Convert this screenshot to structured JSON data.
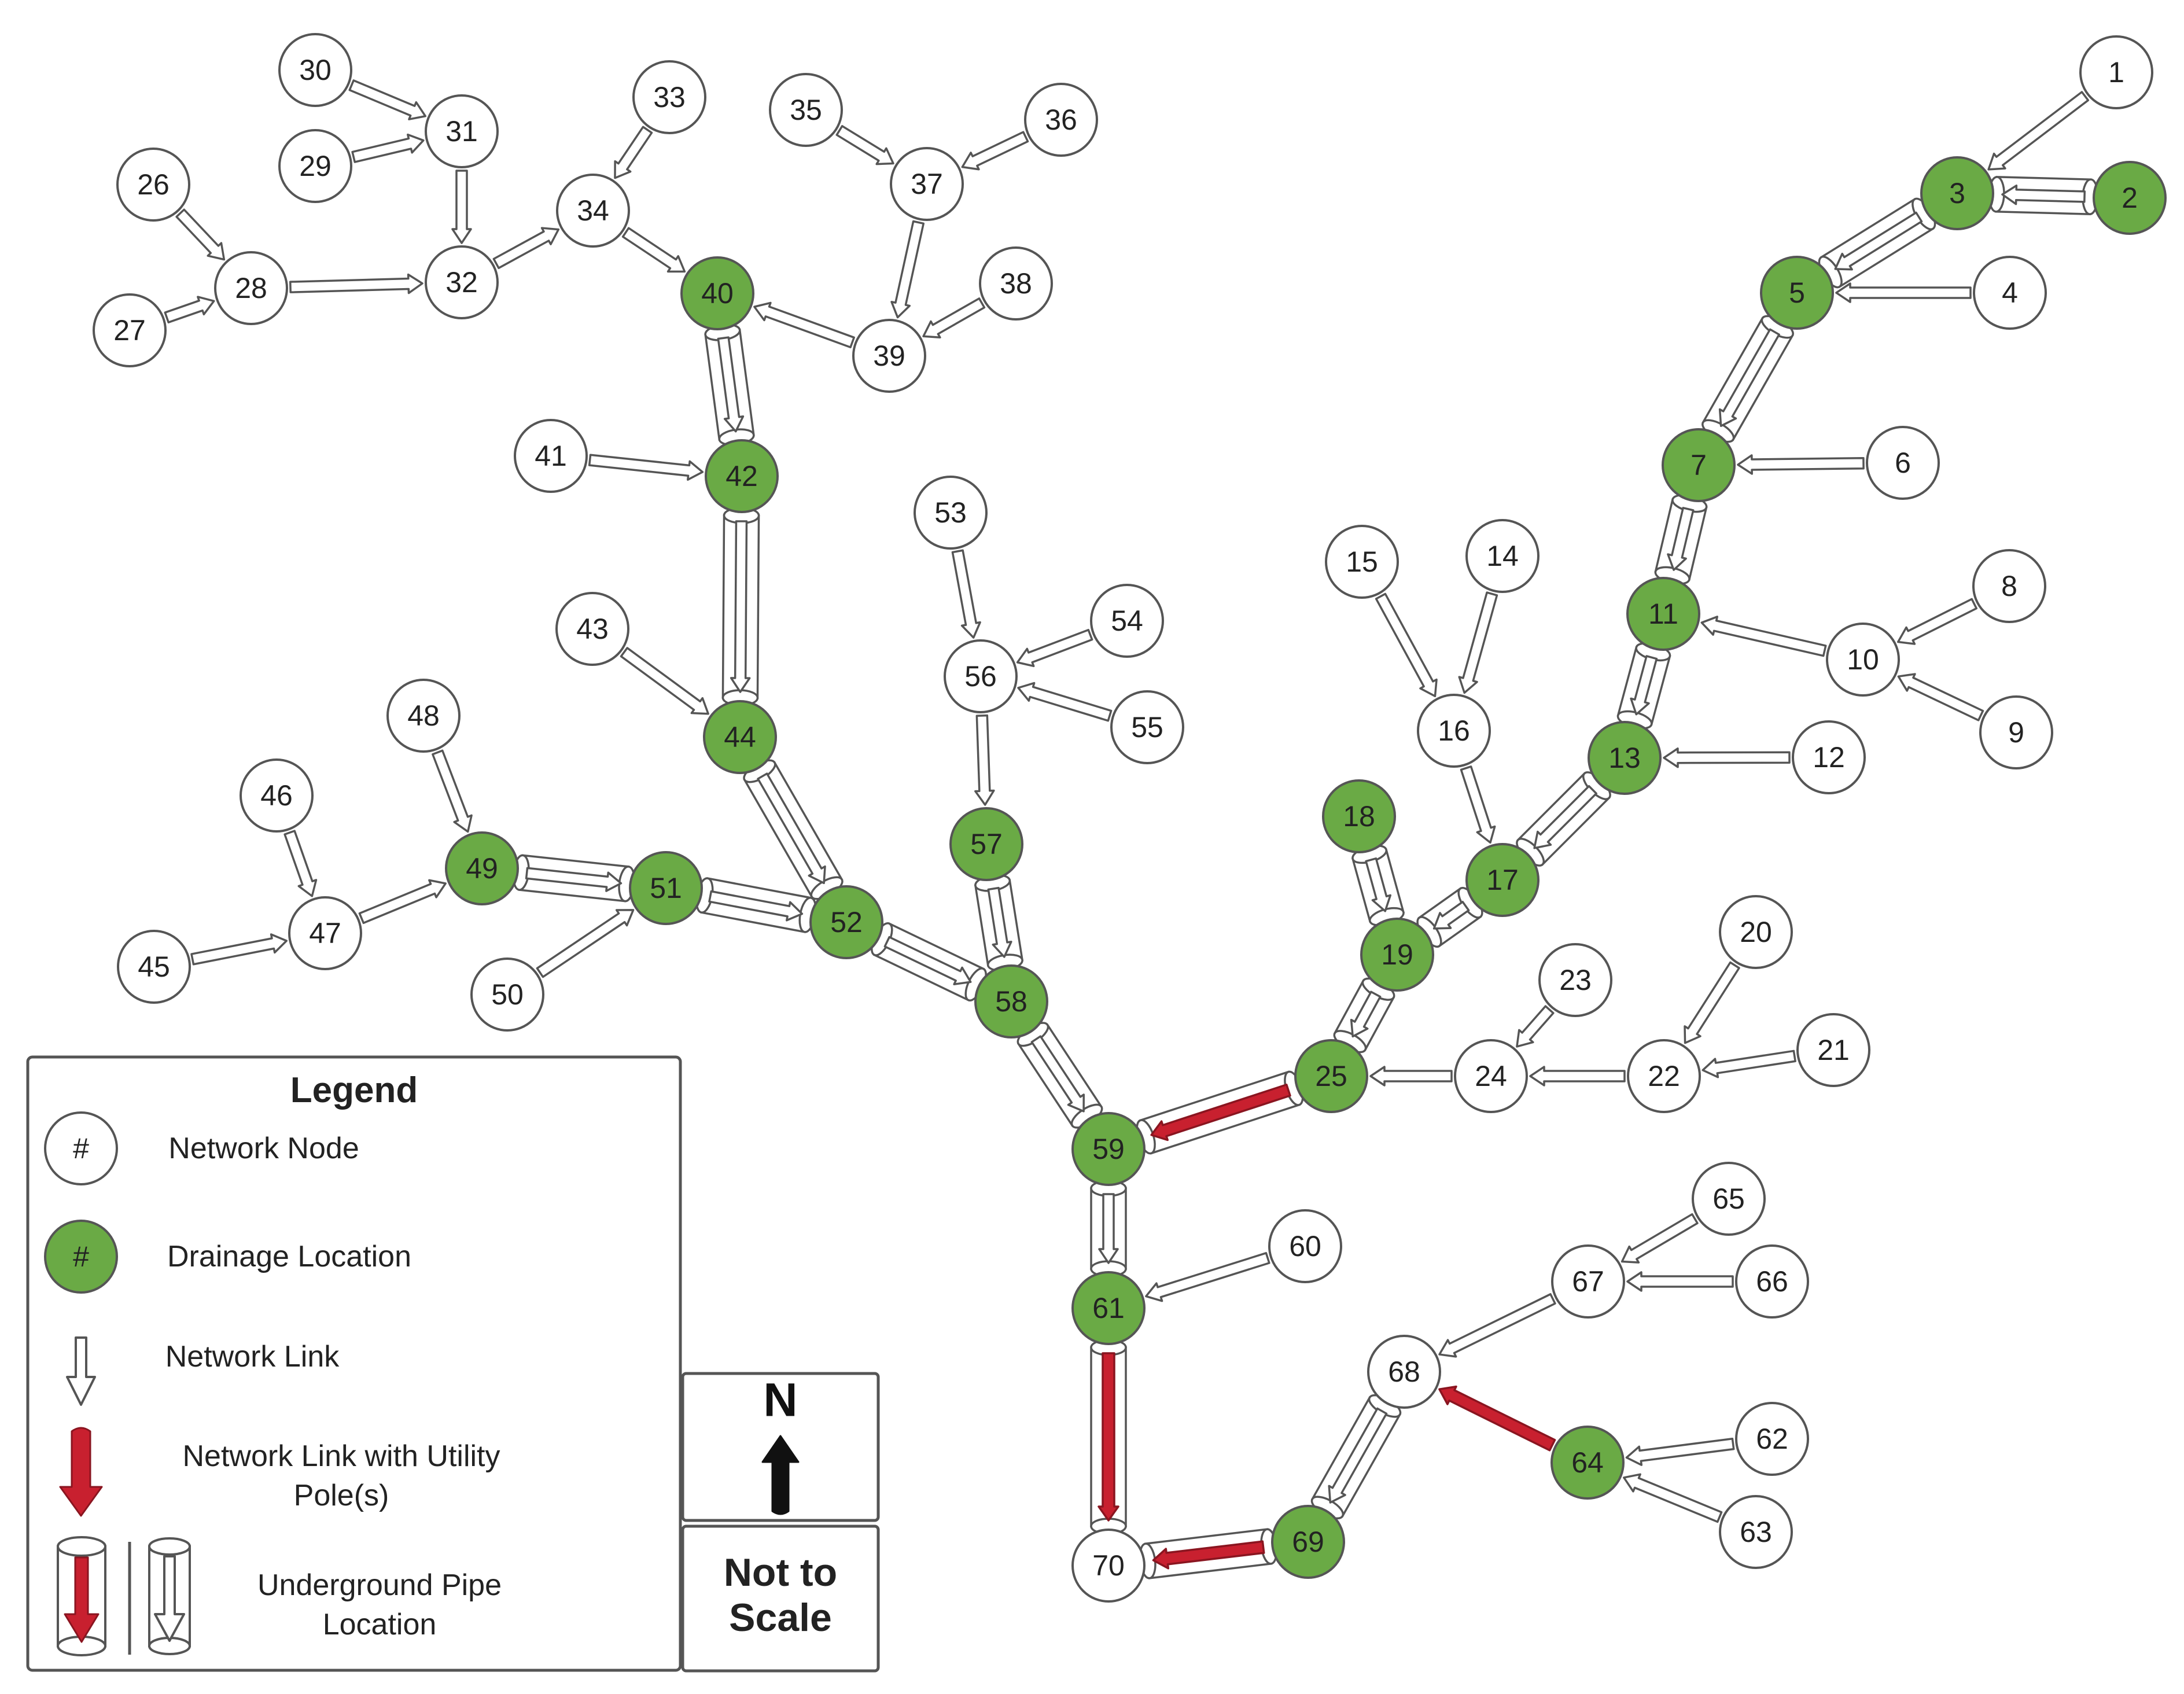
{
  "colors": {
    "drainage_fill": "#6aaa45",
    "node_fill": "#ffffff",
    "stroke": "#555555",
    "utility_red": "#c8202f"
  },
  "legend": {
    "title": "Legend",
    "node_symbol": "#",
    "network_node": "Network Node",
    "drainage_location": "Drainage Location",
    "network_link": "Network Link",
    "utility_line1": "Network Link with Utility",
    "utility_line2": "Pole(s)",
    "pipe_line1": "Underground Pipe",
    "pipe_line2": "Location"
  },
  "north_label": "N",
  "scale_line1": "Not to",
  "scale_line2": "Scale",
  "nodes": [
    {
      "id": "1",
      "drainage": false
    },
    {
      "id": "2",
      "drainage": true
    },
    {
      "id": "3",
      "drainage": true
    },
    {
      "id": "4",
      "drainage": false
    },
    {
      "id": "5",
      "drainage": true
    },
    {
      "id": "6",
      "drainage": false
    },
    {
      "id": "7",
      "drainage": true
    },
    {
      "id": "8",
      "drainage": false
    },
    {
      "id": "9",
      "drainage": false
    },
    {
      "id": "10",
      "drainage": false
    },
    {
      "id": "11",
      "drainage": true
    },
    {
      "id": "12",
      "drainage": false
    },
    {
      "id": "13",
      "drainage": true
    },
    {
      "id": "14",
      "drainage": false
    },
    {
      "id": "15",
      "drainage": false
    },
    {
      "id": "16",
      "drainage": false
    },
    {
      "id": "17",
      "drainage": true
    },
    {
      "id": "18",
      "drainage": true
    },
    {
      "id": "19",
      "drainage": true
    },
    {
      "id": "20",
      "drainage": false
    },
    {
      "id": "21",
      "drainage": false
    },
    {
      "id": "22",
      "drainage": false
    },
    {
      "id": "23",
      "drainage": false
    },
    {
      "id": "24",
      "drainage": false
    },
    {
      "id": "25",
      "drainage": true
    },
    {
      "id": "26",
      "drainage": false
    },
    {
      "id": "27",
      "drainage": false
    },
    {
      "id": "28",
      "drainage": false
    },
    {
      "id": "29",
      "drainage": false
    },
    {
      "id": "30",
      "drainage": false
    },
    {
      "id": "31",
      "drainage": false
    },
    {
      "id": "32",
      "drainage": false
    },
    {
      "id": "33",
      "drainage": false
    },
    {
      "id": "34",
      "drainage": false
    },
    {
      "id": "35",
      "drainage": false
    },
    {
      "id": "36",
      "drainage": false
    },
    {
      "id": "37",
      "drainage": false
    },
    {
      "id": "38",
      "drainage": false
    },
    {
      "id": "39",
      "drainage": false
    },
    {
      "id": "40",
      "drainage": true
    },
    {
      "id": "41",
      "drainage": false
    },
    {
      "id": "42",
      "drainage": true
    },
    {
      "id": "43",
      "drainage": false
    },
    {
      "id": "44",
      "drainage": true
    },
    {
      "id": "45",
      "drainage": false
    },
    {
      "id": "46",
      "drainage": false
    },
    {
      "id": "47",
      "drainage": false
    },
    {
      "id": "48",
      "drainage": false
    },
    {
      "id": "49",
      "drainage": true
    },
    {
      "id": "50",
      "drainage": false
    },
    {
      "id": "51",
      "drainage": true
    },
    {
      "id": "52",
      "drainage": true
    },
    {
      "id": "53",
      "drainage": false
    },
    {
      "id": "54",
      "drainage": false
    },
    {
      "id": "55",
      "drainage": false
    },
    {
      "id": "56",
      "drainage": false
    },
    {
      "id": "57",
      "drainage": true
    },
    {
      "id": "58",
      "drainage": true
    },
    {
      "id": "59",
      "drainage": true
    },
    {
      "id": "60",
      "drainage": false
    },
    {
      "id": "61",
      "drainage": true
    },
    {
      "id": "62",
      "drainage": false
    },
    {
      "id": "63",
      "drainage": false
    },
    {
      "id": "64",
      "drainage": true
    },
    {
      "id": "65",
      "drainage": false
    },
    {
      "id": "66",
      "drainage": false
    },
    {
      "id": "67",
      "drainage": false
    },
    {
      "id": "68",
      "drainage": false
    },
    {
      "id": "69",
      "drainage": true
    },
    {
      "id": "70",
      "drainage": false
    }
  ],
  "links": [
    {
      "from": "1",
      "to": "3",
      "kind": "plain"
    },
    {
      "from": "2",
      "to": "3",
      "kind": "pipe"
    },
    {
      "from": "3",
      "to": "5",
      "kind": "pipe"
    },
    {
      "from": "4",
      "to": "5",
      "kind": "plain"
    },
    {
      "from": "5",
      "to": "7",
      "kind": "pipe"
    },
    {
      "from": "6",
      "to": "7",
      "kind": "plain"
    },
    {
      "from": "7",
      "to": "11",
      "kind": "pipe"
    },
    {
      "from": "8",
      "to": "10",
      "kind": "plain"
    },
    {
      "from": "9",
      "to": "10",
      "kind": "plain"
    },
    {
      "from": "10",
      "to": "11",
      "kind": "plain"
    },
    {
      "from": "11",
      "to": "13",
      "kind": "pipe"
    },
    {
      "from": "12",
      "to": "13",
      "kind": "plain"
    },
    {
      "from": "13",
      "to": "17",
      "kind": "pipe"
    },
    {
      "from": "14",
      "to": "16",
      "kind": "plain"
    },
    {
      "from": "15",
      "to": "16",
      "kind": "plain"
    },
    {
      "from": "16",
      "to": "17",
      "kind": "plain"
    },
    {
      "from": "17",
      "to": "19",
      "kind": "pipe"
    },
    {
      "from": "18",
      "to": "19",
      "kind": "pipe"
    },
    {
      "from": "19",
      "to": "25",
      "kind": "pipe"
    },
    {
      "from": "20",
      "to": "22",
      "kind": "plain"
    },
    {
      "from": "21",
      "to": "22",
      "kind": "plain"
    },
    {
      "from": "22",
      "to": "24",
      "kind": "plain"
    },
    {
      "from": "23",
      "to": "24",
      "kind": "plain"
    },
    {
      "from": "24",
      "to": "25",
      "kind": "plain"
    },
    {
      "from": "25",
      "to": "59",
      "kind": "pipe-utility"
    },
    {
      "from": "26",
      "to": "28",
      "kind": "plain"
    },
    {
      "from": "27",
      "to": "28",
      "kind": "plain"
    },
    {
      "from": "28",
      "to": "32",
      "kind": "plain"
    },
    {
      "from": "30",
      "to": "31",
      "kind": "plain"
    },
    {
      "from": "29",
      "to": "31",
      "kind": "plain"
    },
    {
      "from": "31",
      "to": "32",
      "kind": "plain"
    },
    {
      "from": "32",
      "to": "34",
      "kind": "plain"
    },
    {
      "from": "33",
      "to": "34",
      "kind": "plain"
    },
    {
      "from": "34",
      "to": "40",
      "kind": "plain"
    },
    {
      "from": "35",
      "to": "37",
      "kind": "plain"
    },
    {
      "from": "36",
      "to": "37",
      "kind": "plain"
    },
    {
      "from": "37",
      "to": "39",
      "kind": "plain"
    },
    {
      "from": "38",
      "to": "39",
      "kind": "plain"
    },
    {
      "from": "39",
      "to": "40",
      "kind": "plain"
    },
    {
      "from": "40",
      "to": "42",
      "kind": "pipe"
    },
    {
      "from": "41",
      "to": "42",
      "kind": "plain"
    },
    {
      "from": "42",
      "to": "44",
      "kind": "pipe"
    },
    {
      "from": "43",
      "to": "44",
      "kind": "plain"
    },
    {
      "from": "44",
      "to": "52",
      "kind": "pipe"
    },
    {
      "from": "45",
      "to": "47",
      "kind": "plain"
    },
    {
      "from": "46",
      "to": "47",
      "kind": "plain"
    },
    {
      "from": "47",
      "to": "49",
      "kind": "plain"
    },
    {
      "from": "48",
      "to": "49",
      "kind": "plain"
    },
    {
      "from": "49",
      "to": "51",
      "kind": "pipe"
    },
    {
      "from": "50",
      "to": "51",
      "kind": "plain"
    },
    {
      "from": "51",
      "to": "52",
      "kind": "pipe"
    },
    {
      "from": "52",
      "to": "58",
      "kind": "pipe"
    },
    {
      "from": "53",
      "to": "56",
      "kind": "plain"
    },
    {
      "from": "54",
      "to": "56",
      "kind": "plain"
    },
    {
      "from": "55",
      "to": "56",
      "kind": "plain"
    },
    {
      "from": "56",
      "to": "57",
      "kind": "plain"
    },
    {
      "from": "57",
      "to": "58",
      "kind": "pipe"
    },
    {
      "from": "58",
      "to": "59",
      "kind": "pipe"
    },
    {
      "from": "59",
      "to": "61",
      "kind": "pipe"
    },
    {
      "from": "60",
      "to": "61",
      "kind": "plain"
    },
    {
      "from": "61",
      "to": "70",
      "kind": "pipe-utility"
    },
    {
      "from": "69",
      "to": "70",
      "kind": "pipe-utility"
    },
    {
      "from": "68",
      "to": "69",
      "kind": "pipe"
    },
    {
      "from": "64",
      "to": "68",
      "kind": "utility"
    },
    {
      "from": "62",
      "to": "64",
      "kind": "plain"
    },
    {
      "from": "63",
      "to": "64",
      "kind": "plain"
    },
    {
      "from": "65",
      "to": "67",
      "kind": "plain"
    },
    {
      "from": "66",
      "to": "67",
      "kind": "plain"
    },
    {
      "from": "67",
      "to": "68",
      "kind": "plain"
    }
  ]
}
